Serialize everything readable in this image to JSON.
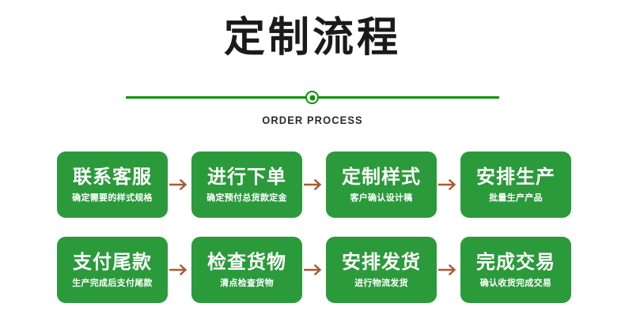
{
  "header": {
    "title": "定制流程",
    "subtitle": "ORDER PROCESS",
    "divider_icon": "circle-dot-icon"
  },
  "theme": {
    "green": "#2b9a3b",
    "line_green": "#0b9406",
    "arrow_brown": "#a85c33",
    "card_text": "#ffffff",
    "background": "#ffffff"
  },
  "flow": {
    "arrow_icon": "arrow-right-icon",
    "rows": [
      {
        "steps": [
          {
            "title": "联系客服",
            "desc": "确定需要的样式规格"
          },
          {
            "title": "进行下单",
            "desc": "确定预付总货款定金"
          },
          {
            "title": "定制样式",
            "desc": "客户确认设计稿"
          },
          {
            "title": "安排生产",
            "desc": "批量生产产品"
          }
        ]
      },
      {
        "steps": [
          {
            "title": "支付尾款",
            "desc": "生产完成后支付尾款"
          },
          {
            "title": "检查货物",
            "desc": "清点检查货物"
          },
          {
            "title": "安排发货",
            "desc": "进行物流发货"
          },
          {
            "title": "完成交易",
            "desc": "确认收货完成交易"
          }
        ]
      }
    ]
  }
}
